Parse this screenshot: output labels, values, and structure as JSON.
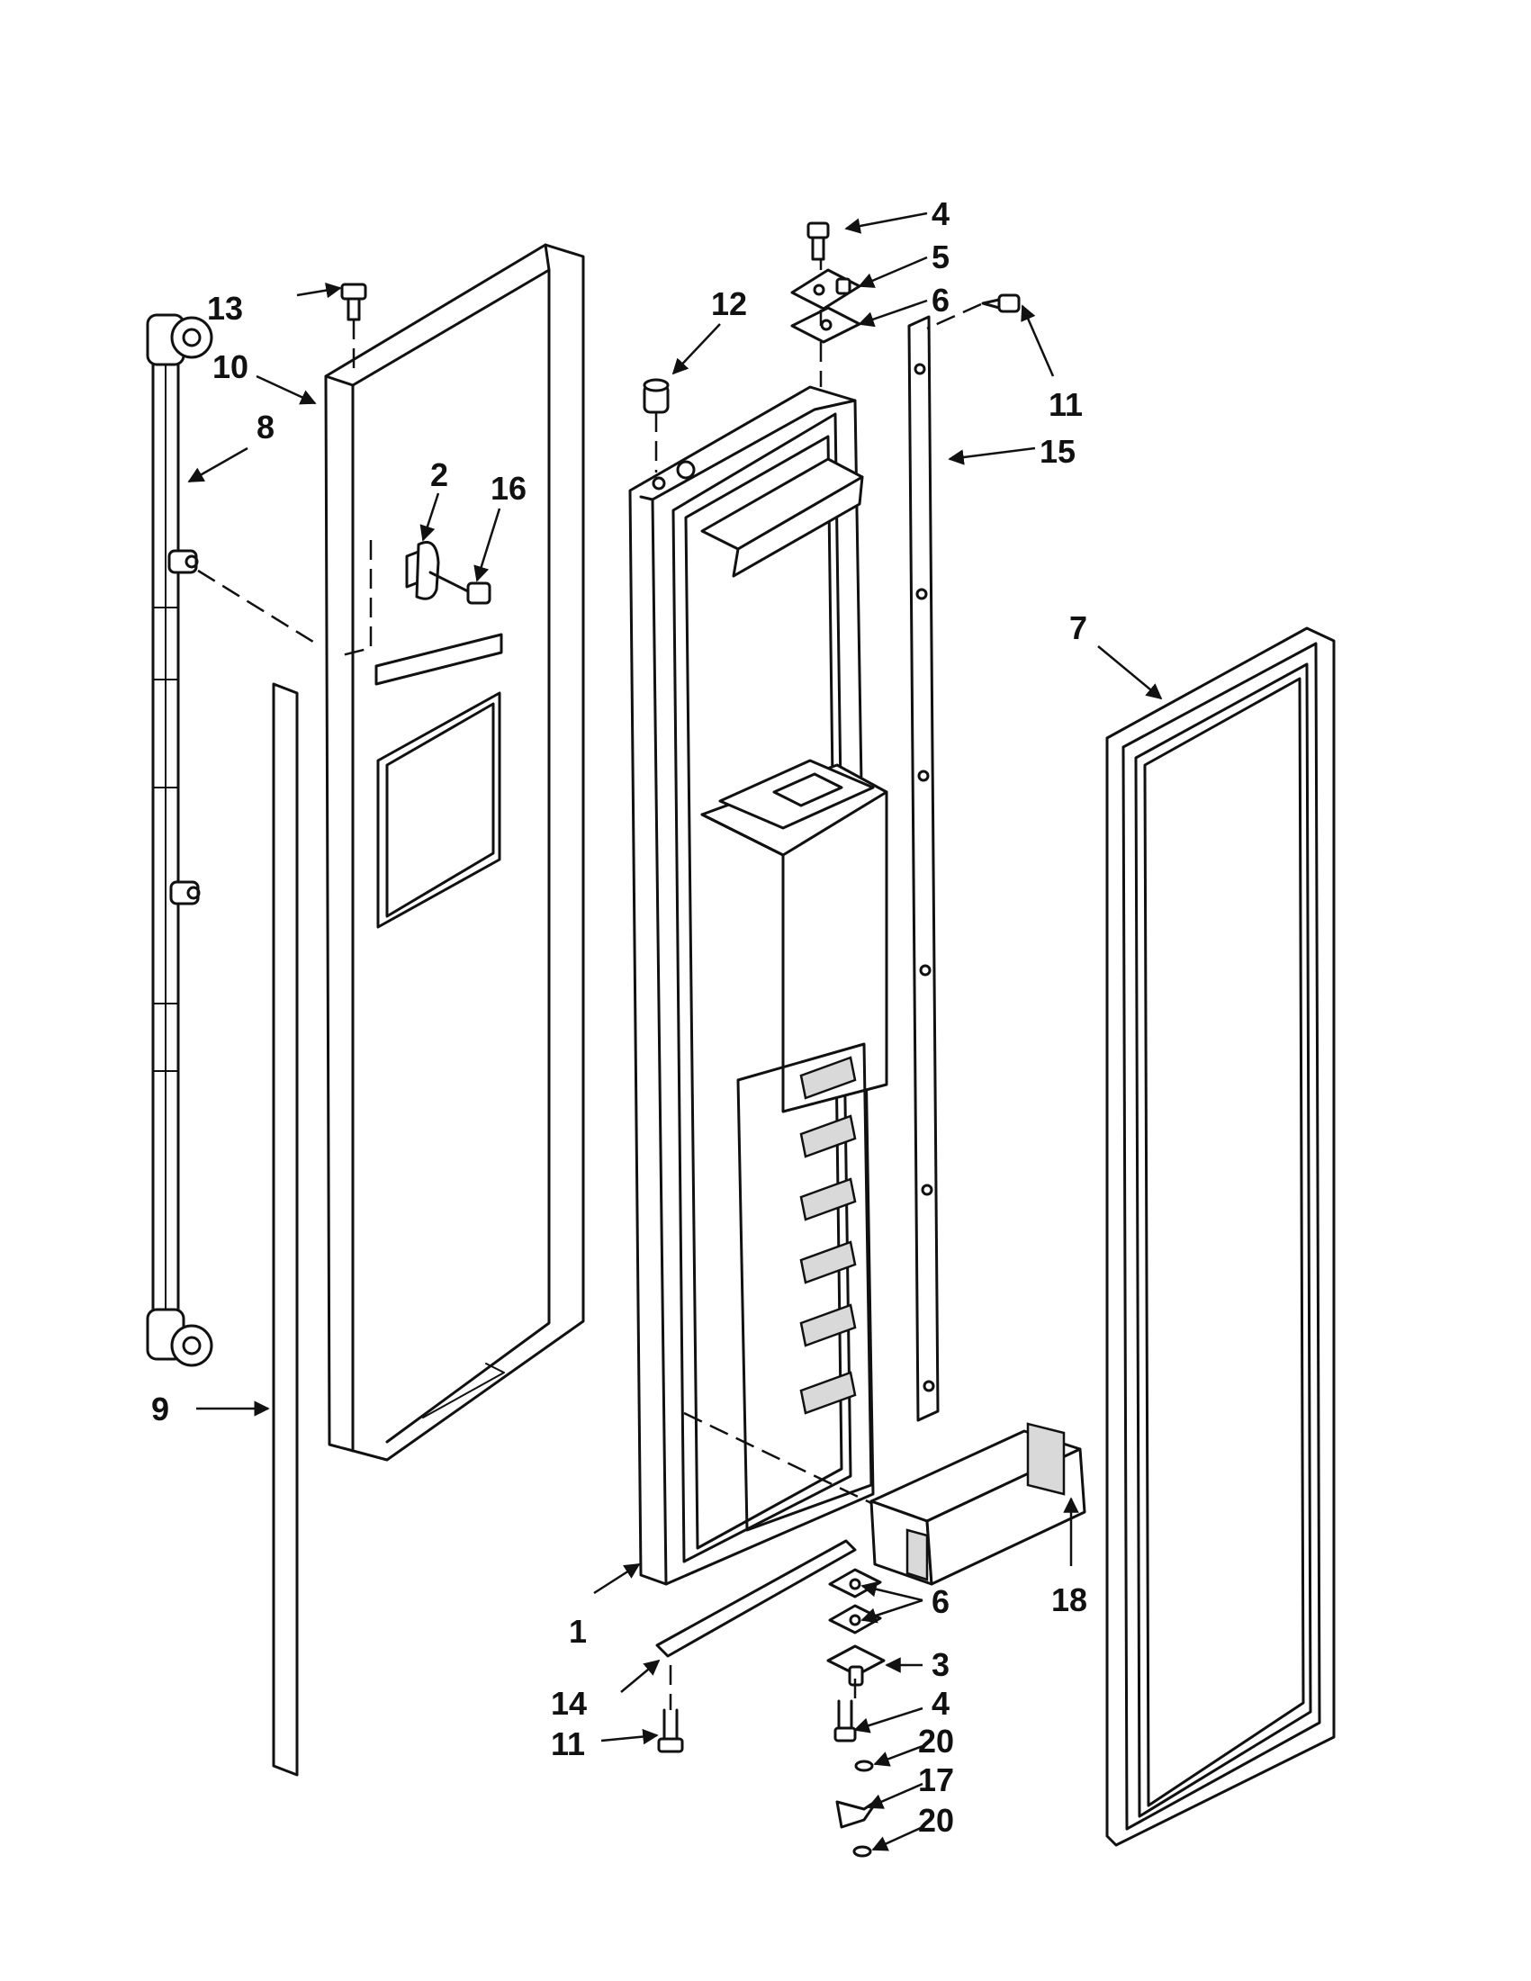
{
  "callouts": [
    {
      "id": "c1",
      "text": "1"
    },
    {
      "id": "c2",
      "text": "2"
    },
    {
      "id": "c3",
      "text": "3"
    },
    {
      "id": "c4a",
      "text": "4"
    },
    {
      "id": "c4b",
      "text": "4"
    },
    {
      "id": "c5",
      "text": "5"
    },
    {
      "id": "c6a",
      "text": "6"
    },
    {
      "id": "c6b",
      "text": "6"
    },
    {
      "id": "c7",
      "text": "7"
    },
    {
      "id": "c8",
      "text": "8"
    },
    {
      "id": "c9",
      "text": "9"
    },
    {
      "id": "c10",
      "text": "10"
    },
    {
      "id": "c11a",
      "text": "11"
    },
    {
      "id": "c11b",
      "text": "11"
    },
    {
      "id": "c12",
      "text": "12"
    },
    {
      "id": "c13",
      "text": "13"
    },
    {
      "id": "c14",
      "text": "14"
    },
    {
      "id": "c15",
      "text": "15"
    },
    {
      "id": "c16",
      "text": "16"
    },
    {
      "id": "c17",
      "text": "17"
    },
    {
      "id": "c18",
      "text": "18"
    },
    {
      "id": "c20a",
      "text": "20"
    },
    {
      "id": "c20b",
      "text": "20"
    }
  ]
}
